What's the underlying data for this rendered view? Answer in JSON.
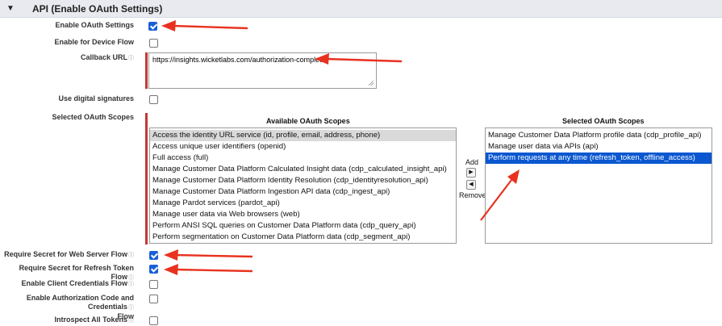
{
  "section": {
    "toggle_icon": "triangle-down-icon",
    "title": "API (Enable OAuth Settings)"
  },
  "fields": {
    "enable_oauth": {
      "label": "Enable OAuth Settings",
      "checked": true
    },
    "device_flow": {
      "label": "Enable for Device Flow",
      "checked": false
    },
    "callback_url": {
      "label": "Callback URL",
      "value": "https://insights.wicketlabs.com/authorization-complete"
    },
    "digital_signatures": {
      "label": "Use digital signatures",
      "checked": false
    },
    "oauth_scopes": {
      "label": "Selected OAuth Scopes"
    },
    "secret_web_server": {
      "label": "Require Secret for Web Server Flow",
      "checked": true
    },
    "secret_refresh": {
      "label": "Require Secret for Refresh Token Flow",
      "checked": true
    },
    "client_credentials": {
      "label": "Enable Client Credentials Flow",
      "checked": false
    },
    "auth_code_credentials": {
      "label_line1": "Enable Authorization Code and Credentials",
      "label_line2": "Flow",
      "checked": false
    },
    "introspect": {
      "label": "Introspect All Tokens",
      "checked": false
    }
  },
  "scopes": {
    "available_title": "Available OAuth Scopes",
    "selected_title": "Selected OAuth Scopes",
    "add_label": "Add",
    "remove_label": "Remove",
    "available": [
      "Access the identity URL service (id, profile, email, address, phone)",
      "Access unique user identifiers (openid)",
      "Full access (full)",
      "Manage Customer Data Platform Calculated Insight data (cdp_calculated_insight_api)",
      "Manage Customer Data Platform Identity Resolution (cdp_identityresolution_api)",
      "Manage Customer Data Platform Ingestion API data (cdp_ingest_api)",
      "Manage Pardot services (pardot_api)",
      "Manage user data via Web browsers (web)",
      "Perform ANSI SQL queries on Customer Data Platform data (cdp_query_api)",
      "Perform segmentation on Customer Data Platform data (cdp_segment_api)"
    ],
    "selected": [
      "Manage Customer Data Platform profile data (cdp_profile_api)",
      "Manage user data via APIs (api)",
      "Perform requests at any time (refresh_token, offline_access)"
    ]
  },
  "colors": {
    "accent_check": "#1a5fd8",
    "selected_option": "#0a57d0",
    "annotation_arrow": "#e8321f",
    "required_bar": "#c23934"
  }
}
